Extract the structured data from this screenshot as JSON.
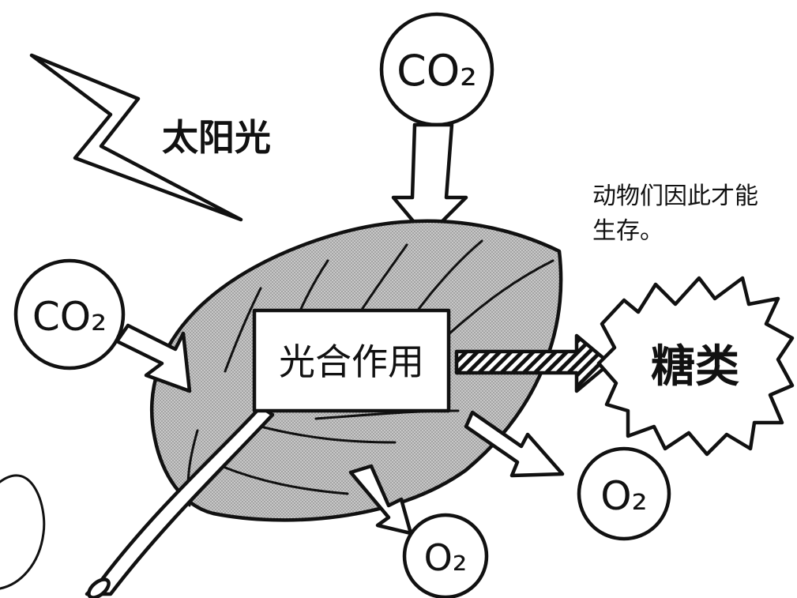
{
  "labels": {
    "sunlight": "太阳光",
    "co2": "CO₂",
    "o2": "O₂",
    "process": "光合作用",
    "product": "糖类",
    "note_line1": "动物们因此才能",
    "note_line2": "生存。"
  },
  "colors": {
    "ink": "#111111",
    "paper": "#ffffff",
    "leaf_fill": "#b9b9b9"
  }
}
